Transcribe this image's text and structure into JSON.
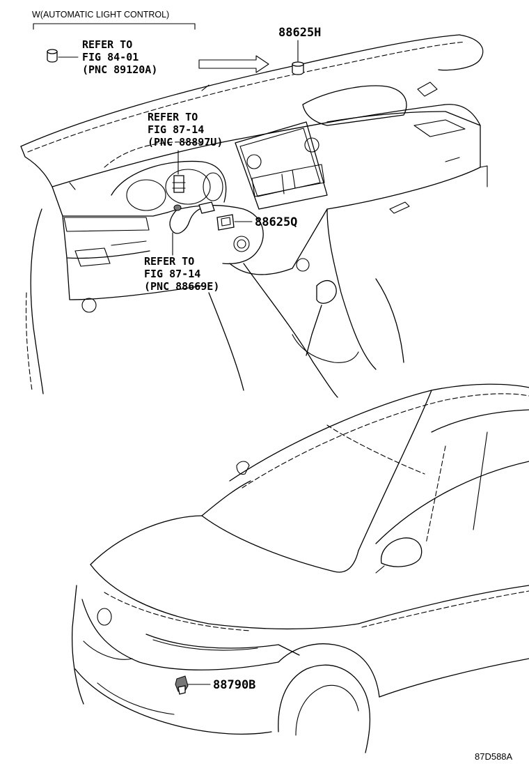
{
  "header": {
    "condition": "W(AUTOMATIC LIGHT CONTROL)"
  },
  "callouts": {
    "ref_fig_84_01": {
      "line1": "REFER TO",
      "line2": "FIG 84-01",
      "line3": "(PNC 89120A)"
    },
    "ref_fig_87_14_upper": {
      "line1": "REFER TO",
      "line2": "FIG 87-14",
      "line3": "(PNC 88897U)"
    },
    "ref_fig_87_14_lower": {
      "line1": "REFER TO",
      "line2": "FIG 87-14",
      "line3": "(PNC 88669E)"
    }
  },
  "parts": {
    "part_88625H": "88625H",
    "part_88625Q": "88625Q",
    "part_88790B": "88790B"
  },
  "diagram_code": "87D588A"
}
